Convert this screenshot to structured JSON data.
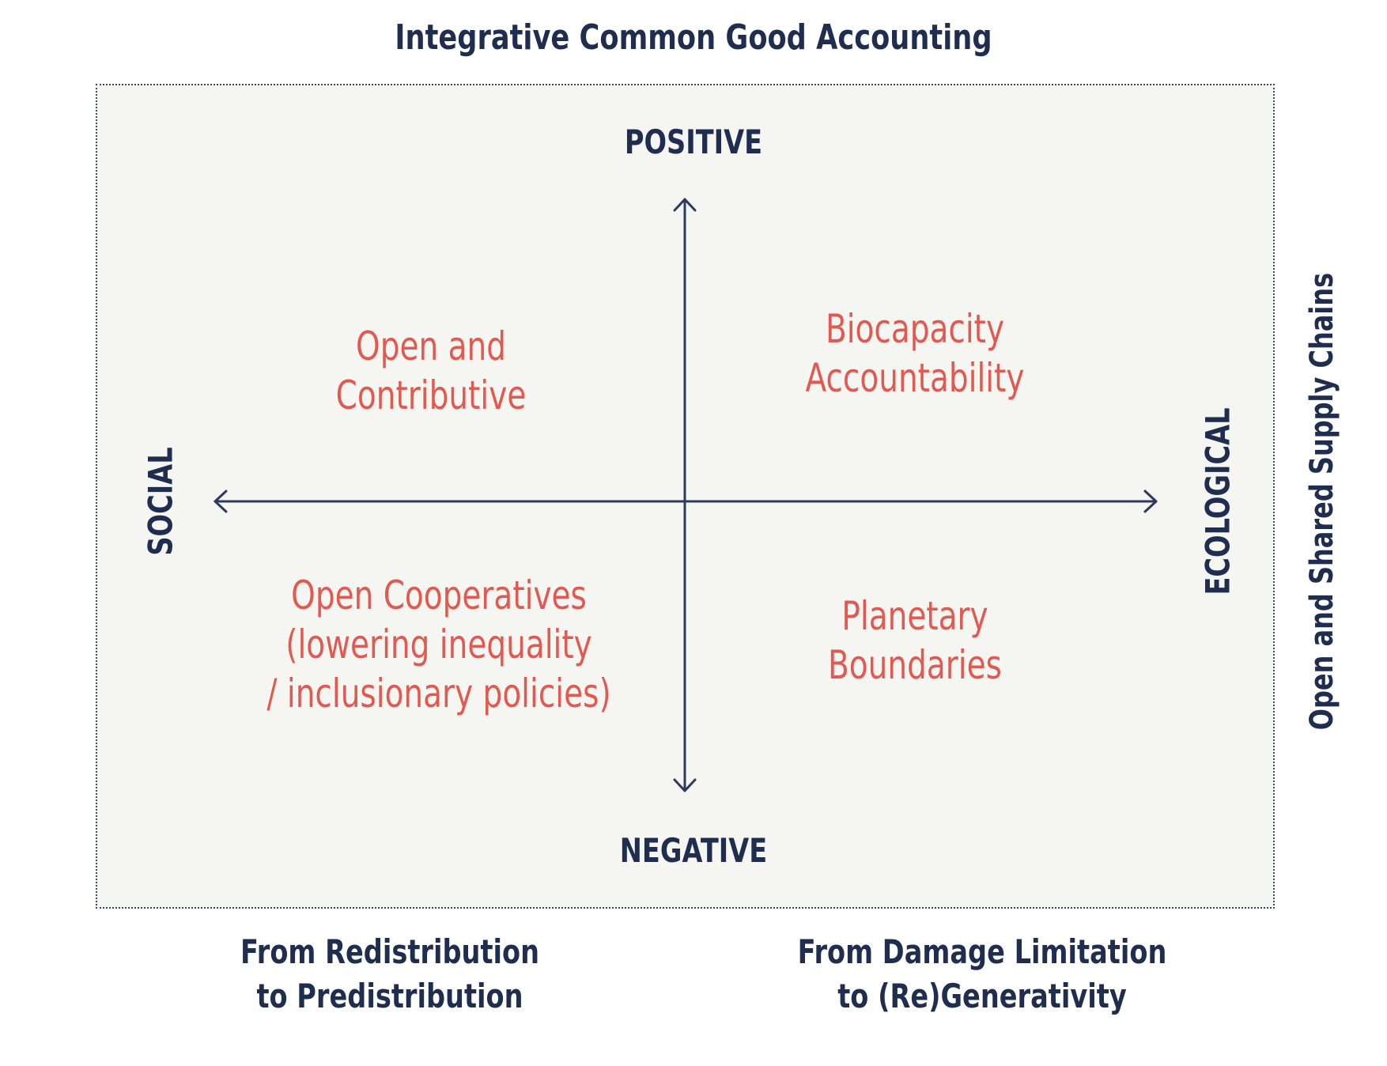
{
  "title": "Integrative Common Good Accounting",
  "axes": {
    "top": "POSITIVE",
    "bottom": "NEGATIVE",
    "left": "SOCIAL",
    "right": "ECOLOGICAL"
  },
  "side_label": "Open and Shared Supply Chains",
  "quadrants": {
    "top_left": {
      "line1": "Open and",
      "line2": "Contributive"
    },
    "top_right": {
      "line1": "Biocapacity",
      "line2": "Accountability"
    },
    "bottom_left": {
      "line1": "Open Cooperatives",
      "line2": "(lowering inequality",
      "line3": "/ inclusionary policies)"
    },
    "bottom_right": {
      "line1": "Planetary",
      "line2": "Boundaries"
    }
  },
  "bottom_captions": {
    "left": {
      "line1": "From Redistribution",
      "line2": "to Predistribution"
    },
    "right": {
      "line1": "From Damage Limitation",
      "line2": "to (Re)Generativity"
    }
  },
  "colors": {
    "navy": "#1f2d4f",
    "accent": "#e05a52",
    "panel": "#f5f5f2"
  }
}
